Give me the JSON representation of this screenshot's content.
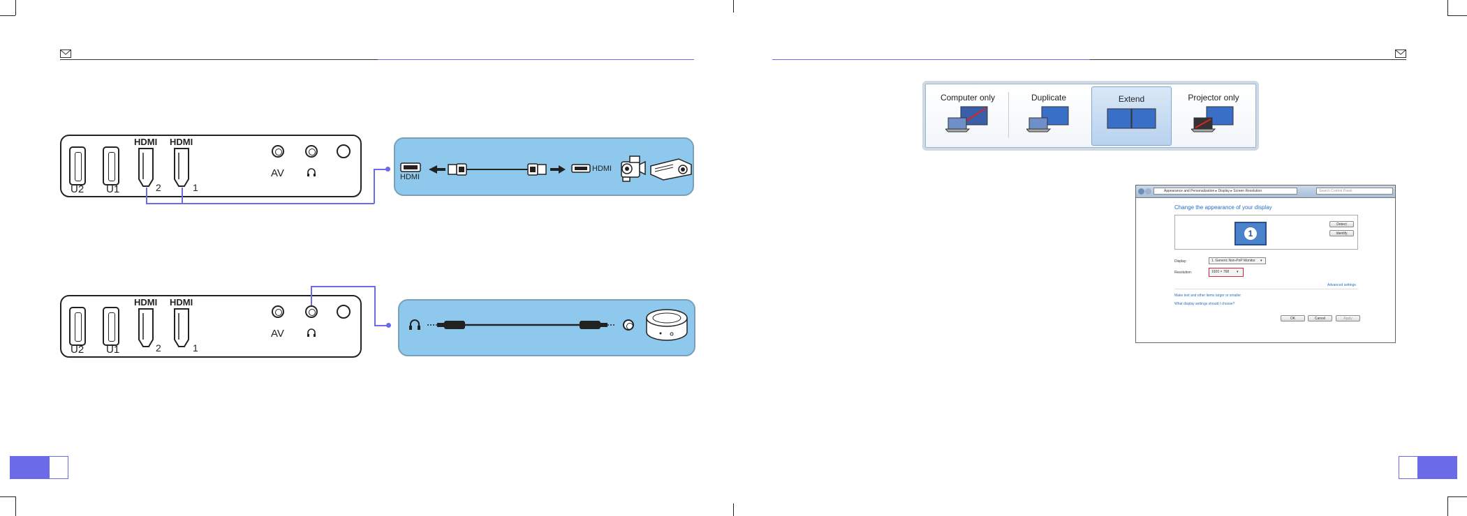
{
  "colors": {
    "accent": "#6b6bea",
    "cable_bg": "#8fc8ed",
    "selected_mode": "#b9d2ee"
  },
  "panel_top": {
    "usb2": "U2",
    "usb1": "U1",
    "hdmi2_title": "HDMI",
    "hdmi2_num": "2",
    "hdmi1_title": "HDMI",
    "hdmi1_num": "1",
    "av": "AV"
  },
  "panel_bottom": {
    "usb2": "U2",
    "usb1": "U1",
    "hdmi2_title": "HDMI",
    "hdmi2_num": "2",
    "hdmi1_title": "HDMI",
    "hdmi1_num": "1",
    "av": "AV"
  },
  "hdmi_cable": {
    "left_label": "HDMI",
    "right_label": "HDMI"
  },
  "display_modes": [
    {
      "label": "Computer only",
      "selected": false
    },
    {
      "label": "Duplicate",
      "selected": false
    },
    {
      "label": "Extend",
      "selected": true
    },
    {
      "label": "Projector only",
      "selected": false
    }
  ],
  "screen_resolution_window": {
    "breadcrumb": "Appearance and Personalization  ▸  Display  ▸  Screen Resolution",
    "search_placeholder": "Search Control Panel",
    "heading": "Change the appearance of your display",
    "monitor_number": "1",
    "detect_button": "Detect",
    "identify_button": "Identify",
    "display_label": "Display:",
    "display_value": "1. Generic Non-PnP Monitor",
    "resolution_label": "Resolution:",
    "resolution_value": "1920 × 768",
    "advanced_link": "Advanced settings",
    "link1": "Make text and other items larger or smaller",
    "link2": "What display settings should I choose?",
    "ok_button": "OK",
    "cancel_button": "Cancel",
    "apply_button": "Apply"
  }
}
